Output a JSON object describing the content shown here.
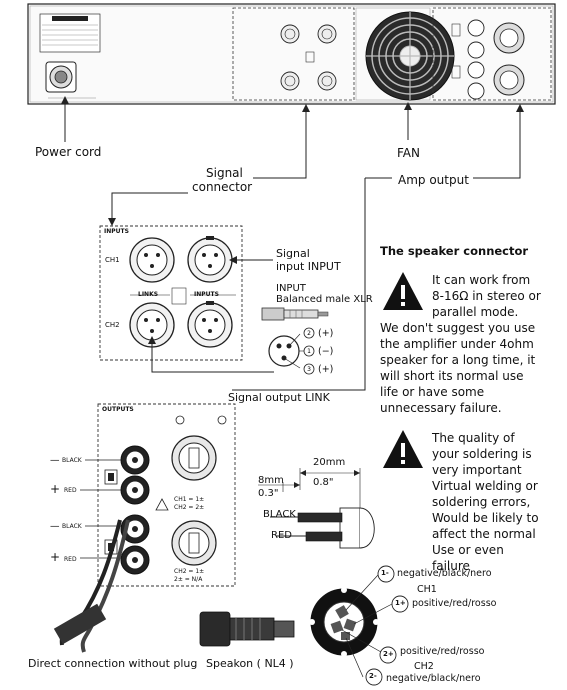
{
  "labels": {
    "power_cord": "Power cord",
    "signal_connector_1": "Signal",
    "signal_connector_2": "connector",
    "fan": "FAN",
    "amp_output": "Amp output",
    "signal_input_1": "Signal",
    "signal_input_2": "input INPUT",
    "xlr_1": "INPUT",
    "xlr_2": "Balanced male XLR",
    "pin1": "(+)",
    "pin2": "(−)",
    "pin3": "(+)",
    "signal_output": "Signal output LINK",
    "direct_connection": "Direct connection without plug",
    "speakon": "Speakon ( NL4 )",
    "dim_20mm": "20mm",
    "dim_08": "0.8\"",
    "dim_8mm": "8mm",
    "dim_03": "0.3\"",
    "wire_black": "BLACK",
    "wire_red": "RED"
  },
  "panel": {
    "inputs": "INPUTS",
    "links": "LINKS",
    "inputs2": "INPUTS",
    "ch1": "CH1",
    "ch2": "CH2",
    "outputs": "OUTPUTS",
    "black1": "BLACK",
    "red1": "RED",
    "black2": "BLACK",
    "red2": "RED",
    "minus1": "—",
    "plus1": "+",
    "minus2": "—",
    "plus2": "+",
    "ch1_note": "CH1 = 1±",
    "ch2_note": "CH2 = 2±",
    "ch2_note_b": "CH2 = 1±",
    "na_note": "2± = N/A"
  },
  "speaker_section": {
    "title": "The speaker connector",
    "warn_text": "It can work from 8-16Ω in stereo or parallel mode.",
    "body": "We don't suggest you use the amplifier under 4ohm speaker for a long time, it will short its normal use life or have some unnecessary failure."
  },
  "soldering": {
    "text": "The quality of your soldering is very important Virtual welding or soldering errors, Would be likely to affect the normal Use or even failure"
  },
  "nl4_pins": {
    "p1m": "1-",
    "p1m_label": "negative/black/nero",
    "ch1": "CH1",
    "p1p": "1+",
    "p1p_label": "positive/red/rosso",
    "p2p": "2+",
    "p2p_label": "positive/red/rosso",
    "ch2": "CH2",
    "p2m": "2-",
    "p2m_label": "negative/black/nero"
  }
}
